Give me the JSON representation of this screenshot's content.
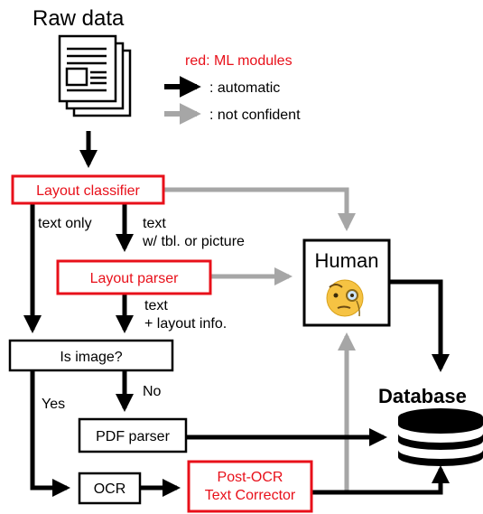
{
  "title": "Raw data",
  "legend": {
    "ml_note": "red: ML modules",
    "automatic": ": automatic",
    "not_confident": ": not confident"
  },
  "nodes": {
    "layout_classifier": "Layout classifier",
    "layout_parser": "Layout parser",
    "is_image": "Is image?",
    "pdf_parser": "PDF parser",
    "ocr": "OCR",
    "post_ocr_line1": "Post-OCR",
    "post_ocr_line2": "Text Corrector",
    "human": "Human",
    "database": "Database"
  },
  "edges": {
    "text_only": "text only",
    "text_tbl_line1": "text",
    "text_tbl_line2": "w/ tbl. or picture",
    "text_layout_line1": "text",
    "text_layout_line2": "+ layout info.",
    "yes": "Yes",
    "no": "No"
  },
  "colors": {
    "ml_module": "#e8101a",
    "automatic": "#000000",
    "not_confident": "#a6a6a6",
    "human_face": "#f6c343"
  },
  "icons": {
    "raw_data": "document-stack-icon",
    "human": "face-with-monocle-icon",
    "database": "database-icon"
  }
}
